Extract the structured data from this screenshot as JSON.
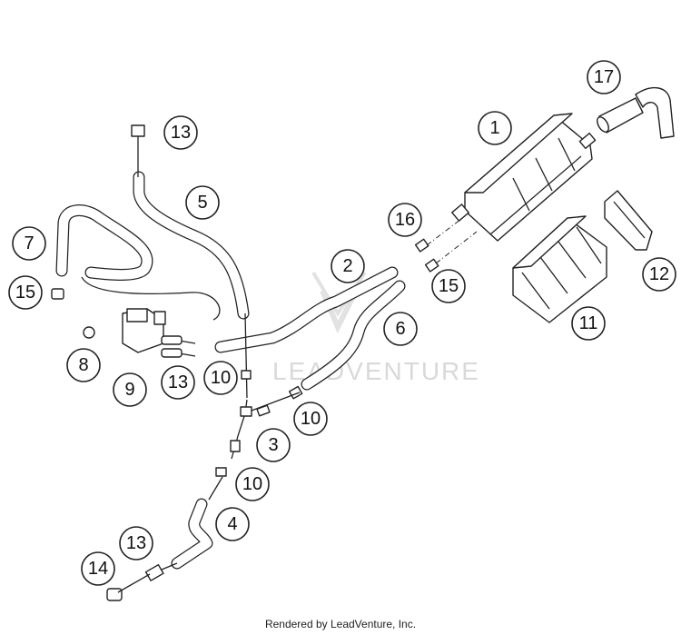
{
  "watermark": "LEADVENTURE",
  "footer": "Rendered by LeadVenture, Inc.",
  "callouts": [
    {
      "id": "c1",
      "label": "1"
    },
    {
      "id": "c2",
      "label": "2"
    },
    {
      "id": "c3",
      "label": "3"
    },
    {
      "id": "c4",
      "label": "4"
    },
    {
      "id": "c5",
      "label": "5"
    },
    {
      "id": "c6",
      "label": "6"
    },
    {
      "id": "c7",
      "label": "7"
    },
    {
      "id": "c8",
      "label": "8"
    },
    {
      "id": "c9",
      "label": "9"
    },
    {
      "id": "c10a",
      "label": "10"
    },
    {
      "id": "c10b",
      "label": "10"
    },
    {
      "id": "c10c",
      "label": "10"
    },
    {
      "id": "c11",
      "label": "11"
    },
    {
      "id": "c12",
      "label": "12"
    },
    {
      "id": "c13a",
      "label": "13"
    },
    {
      "id": "c13b",
      "label": "13"
    },
    {
      "id": "c13c",
      "label": "13"
    },
    {
      "id": "c14",
      "label": "14"
    },
    {
      "id": "c15a",
      "label": "15"
    },
    {
      "id": "c15b",
      "label": "15"
    },
    {
      "id": "c16",
      "label": "16"
    },
    {
      "id": "c17",
      "label": "17"
    }
  ]
}
